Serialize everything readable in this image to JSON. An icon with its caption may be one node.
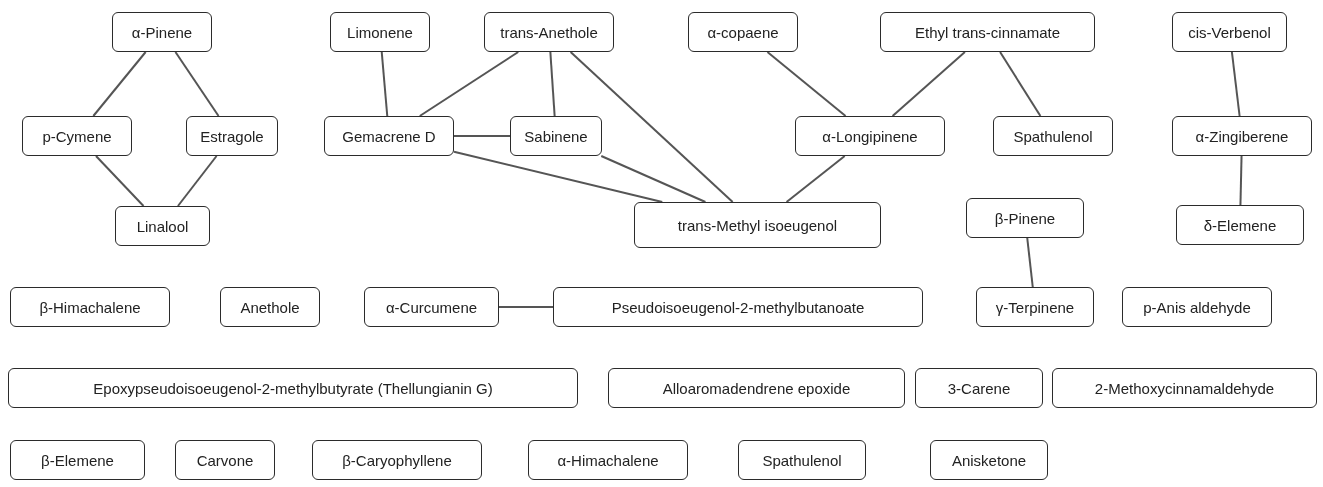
{
  "diagram": {
    "nodes": [
      {
        "text": [
          "α-Pinene"
        ]
      },
      {
        "text": [
          "Limonene"
        ]
      },
      {
        "text": [
          "trans-Anethole"
        ]
      },
      {
        "text": [
          "α-copaene"
        ]
      },
      {
        "text": [
          "Ethyl trans-cinnamate"
        ]
      },
      {
        "text": [
          "cis-Verbenol"
        ]
      },
      {
        "text": [
          "p-Cymene"
        ]
      },
      {
        "text": [
          "Estragole"
        ]
      },
      {
        "text": [
          "Gemacrene D"
        ]
      },
      {
        "text": [
          "Sabinene"
        ]
      },
      {
        "text": [
          "α-Longipinene"
        ]
      },
      {
        "text": [
          "Spathulenol"
        ]
      },
      {
        "text": [
          "α-Zingiberene"
        ]
      },
      {
        "text": [
          "Linalool"
        ]
      },
      {
        "text": [
          "trans-Methyl isoeugenol"
        ]
      },
      {
        "text": [
          "β-Pinene"
        ]
      },
      {
        "text": [
          "δ-Elemene"
        ]
      },
      {
        "text": [
          "β-Himachalene"
        ]
      },
      {
        "text": [
          "Anethole"
        ]
      },
      {
        "text": [
          "α-Curcumene"
        ]
      },
      {
        "text": [
          "Pseudoisoeugenol-2-methylbutanoate"
        ]
      },
      {
        "text": [
          "γ-Terpinene"
        ]
      },
      {
        "text": [
          "p-Anis aldehyde"
        ]
      },
      {
        "text": [
          "Epoxypseudoisoeugenol-2-methylbutyrate (Thellungianin G)"
        ]
      },
      {
        "text": [
          "Alloaromadendrene epoxide"
        ]
      },
      {
        "text": [
          "3-Carene"
        ]
      },
      {
        "text": [
          "2-Methoxycinnamaldehyde"
        ]
      },
      {
        "text": [
          "β-Elemene"
        ]
      },
      {
        "text": [
          "Carvone"
        ]
      },
      {
        "text": [
          "β-Caryophyllene"
        ]
      },
      {
        "text": [
          "α-Himachalene"
        ]
      },
      {
        "text": [
          "Spathulenol"
        ]
      },
      {
        "text": [
          "Anisketone"
        ]
      }
    ],
    "edges": [
      {
        "from": 0,
        "to": 6,
        "arrow": "none"
      },
      {
        "from": 0,
        "to": 7,
        "arrow": "none"
      },
      {
        "from": 6,
        "to": 13,
        "arrow": "none"
      },
      {
        "from": 7,
        "to": 13,
        "arrow": "none"
      },
      {
        "from": 1,
        "to": 8,
        "arrow": "none"
      },
      {
        "from": 2,
        "to": 8,
        "arrow": "none"
      },
      {
        "from": 2,
        "to": 9,
        "arrow": "none"
      },
      {
        "from": 2,
        "to": 14,
        "arrow": "none"
      },
      {
        "from": 8,
        "to": 9,
        "arrow": "none"
      },
      {
        "from": 8,
        "to": 14,
        "arrow": "none"
      },
      {
        "from": 9,
        "to": 14,
        "arrow": "none"
      },
      {
        "from": 3,
        "to": 10,
        "arrow": "none"
      },
      {
        "from": 4,
        "to": 10,
        "arrow": "none"
      },
      {
        "from": 4,
        "to": 11,
        "arrow": "none"
      },
      {
        "from": 10,
        "to": 14,
        "arrow": "none"
      },
      {
        "from": 5,
        "to": 12,
        "arrow": "none"
      },
      {
        "from": 12,
        "to": 16,
        "arrow": "none"
      },
      {
        "from": 15,
        "to": 21,
        "arrow": "none"
      },
      {
        "from": 19,
        "to": 20,
        "arrow": "none"
      }
    ]
  }
}
